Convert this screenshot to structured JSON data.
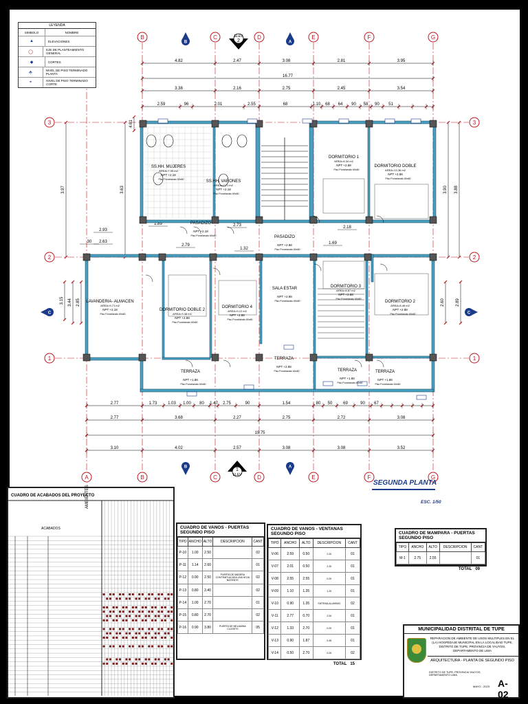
{
  "drawing": {
    "plan_title": "SEGUNDA PLANTA",
    "scale": "ESC. 1/50",
    "elev_top": "ELEV",
    "elev_top_num": "2",
    "elev_bottom": "ELEV",
    "elev_bottom_num": "1",
    "grid_columns": [
      "B",
      "C",
      "D",
      "E",
      "F",
      "G"
    ],
    "grid_columns_bottom": [
      "A",
      "B",
      "C",
      "D",
      "E",
      "F",
      "G"
    ],
    "grid_rows": [
      "3",
      "2",
      "1"
    ],
    "section_marks": [
      "B",
      "A",
      "C"
    ],
    "dims_top_row1": [
      "4.82",
      "2.47",
      "3.08",
      "2.81",
      "3.95"
    ],
    "dims_top_total": "16.77",
    "dims_top_row2": [
      "3.38",
      "2.16",
      "2.75",
      "2.45",
      "3.54"
    ],
    "dims_top_row3": [
      "2.59",
      "96",
      "2.01",
      "2.55",
      "68",
      "1.10",
      "68",
      "64",
      "90",
      "58",
      "90",
      "51"
    ],
    "dims_left": [
      "3.97",
      "3.63",
      "4.61"
    ],
    "dims_left2": [
      "3.15",
      "3.44",
      "2.85"
    ],
    "dims_right": [
      "3.90",
      "3.88",
      "2.60",
      "2.89"
    ],
    "dims_mid": [
      "2.93",
      "2.63",
      "30",
      "2.79",
      "1.89",
      "2.73",
      "2.18",
      "1.69",
      "1.32"
    ],
    "dims_bottom_row1": [
      "2.77",
      "1.73",
      "1.03",
      "1.00",
      "80",
      "1.47",
      "2.75",
      "90",
      "1.54",
      "80",
      "50",
      "69",
      "90",
      "67"
    ],
    "dims_bottom_row2": [
      "2.77",
      "3.68",
      "2.27",
      "2.75",
      "2.72",
      "3.08"
    ],
    "dims_bottom_total": "19.75",
    "dims_bottom_row3": [
      "3.10",
      "4.02",
      "2.57",
      "3.08",
      "3.08",
      "3.52"
    ],
    "rooms": [
      {
        "name": "SS.HH. MUJERES",
        "area": "AREA=7.00 m2",
        "npt": "NPT +2.18"
      },
      {
        "name": "SS.HH. VARONES",
        "area": "AREA=7.71 m2",
        "npt": "NPT +2.18"
      },
      {
        "name": "DORMITORIO 1",
        "area": "AREA=8.34 m2",
        "npt": "NPT +2.88"
      },
      {
        "name": "DORMITORIO DOBLE",
        "area": "AREA=13.36 m2",
        "npt": "NPT +2.88"
      },
      {
        "name": "PASADIZO",
        "area": "",
        "npt": "NPT +2.18"
      },
      {
        "name": "PASADIZO",
        "area": "",
        "npt": "NPT +2.88"
      },
      {
        "name": "LAVANDERIA- ALMACEN",
        "area": "AREA=9.71 m2",
        "npt": "NPT +2.18"
      },
      {
        "name": "DORMITORIO DOBLE 2",
        "area": "AREA=9.48 m2",
        "npt": "NPT +2.88"
      },
      {
        "name": "DORMITORIO 4",
        "area": "AREA=9.12 m2",
        "npt": "NPT +2.88"
      },
      {
        "name": "SALA ESTAR",
        "area": "",
        "npt": "NPT +2.88"
      },
      {
        "name": "DORMITORIO 3",
        "area": "AREA=8.87 m2",
        "npt": "NPT +2.88"
      },
      {
        "name": "DORMITORIO 2",
        "area": "AREA=8.46 m2",
        "npt": "NPT +2.88"
      },
      {
        "name": "TERRAZA",
        "area": "",
        "npt": "NPT +2.88"
      },
      {
        "name": "TERRAZA",
        "area": "",
        "npt": "NPT +1.88"
      },
      {
        "name": "TERRAZA",
        "area": "",
        "npt": "NPT +1.88"
      },
      {
        "name": "TERRAZA",
        "area": "",
        "npt": "NPT +1.88"
      }
    ],
    "floor_note": "Piso Porcelanato 60x60"
  },
  "legend": {
    "title": "LEYENDA",
    "col1": "SIMBOLO",
    "col2": "NOMBRE",
    "items": [
      {
        "symbol": "elevation-mark",
        "name": "ELEVACIONES"
      },
      {
        "symbol": "grid-axis",
        "name": "EJE DE PLANTEAMIENTO GENERAL"
      },
      {
        "symbol": "section-cut",
        "name": "CORTES"
      },
      {
        "symbol": "level-plan",
        "name": "NIVEL DE PISO TERMINADO PLANTA"
      },
      {
        "symbol": "level-section",
        "name": "NIVEL DE PISO TERMINADO CORTE"
      }
    ]
  },
  "finishes_table": {
    "title": "CUADRO DE ACABADOS DEL PROYECTO",
    "col_header": "AMBIENTES",
    "row_header": "ACABADOS"
  },
  "doors_table": {
    "title": "CUADRO DE VANOS - PUERTAS SEGUNDO PISO",
    "columns": [
      "TIPO",
      "ANCHO",
      "ALTO",
      "DESCRIPCION",
      "CANT"
    ],
    "rows": [
      [
        "P-10",
        "1.00",
        "2.50",
        "",
        "02"
      ],
      [
        "P-11",
        "1.14",
        "2.60",
        "",
        "01"
      ],
      [
        "P-12",
        "0.90",
        "2.50",
        "PUERTA DE MADERA CONTRAPLACADA UNA HOJA BATIENTE",
        "02"
      ],
      [
        "P-13",
        "0.80",
        "2.40",
        "",
        "02"
      ],
      [
        "P-14",
        "1.00",
        "2.70",
        "",
        "01"
      ],
      [
        "P-15",
        "0.80",
        "2.70",
        "",
        "02"
      ],
      [
        "P-16",
        "0.90",
        "3.80",
        "PUERTA DE MELAMINA CLOSETS",
        "05"
      ]
    ]
  },
  "windows_table": {
    "title": "CUADRO DE VANOS - VENTANAS SEGUNDO PISO",
    "columns": [
      "TIPO",
      "ANCHO",
      "ALTO",
      "DESCRIPCION",
      "CANT"
    ],
    "rows": [
      [
        "V-06",
        "2.59",
        "0.50",
        "2.20",
        "01"
      ],
      [
        "V-07",
        "2.01",
        "0.50",
        "2.20",
        "01"
      ],
      [
        "V-08",
        "2.55",
        "2.55",
        "0.00",
        "01"
      ],
      [
        "V-09",
        "1.10",
        "1.35",
        "1.20",
        "01"
      ],
      [
        "V-10",
        "0.90",
        "1.35",
        "1.20",
        "02"
      ],
      [
        "V-11",
        "2.77",
        "0.70",
        "2.00",
        "01"
      ],
      [
        "V-12",
        "1.33",
        "2.70",
        "0.00",
        "01"
      ],
      [
        "V-13",
        "0.90",
        "1.87",
        "0.45",
        "01"
      ],
      [
        "V-14",
        "0.50",
        "2.70",
        "0.00",
        "02"
      ]
    ],
    "desc": "SISTEMA ALUMINIO",
    "total_label": "TOTAL",
    "total": "15"
  },
  "screens_table": {
    "title": "CUADRO DE MAMPARA - PUERTAS SEGUNDO PISO",
    "columns": [
      "TIPO",
      "ANCHO",
      "ALTO",
      "DESCRIPCION",
      "CANT"
    ],
    "rows": [
      [
        "M-1",
        "2.75",
        "2.55",
        "",
        "01"
      ]
    ],
    "total_label": "TOTAL",
    "total": "09"
  },
  "titleblock": {
    "entity": "MUNICIPALIDAD DISTRITAL DE TUPE",
    "project": "REPARACION DE AMBIENTE DE USOS MULTIPLES EN EL (LA) HOSPEDAJE MUNICIPAL EN LA LOCALIDAD TUPE, DISTRITO DE TUPE, PROVINCIA DE YAUYOS, DEPARTAMENTO DE LIMA",
    "sheet_title": "ARQUITECTURA - PLANTA DE SEGUNDO PISO",
    "location": "DISTRITO DE TUPE, PROVINCIA YAUYOS, DEPARTAMENTO LIMA",
    "date": "MAYO - 2023",
    "sheet_number": "A-02"
  },
  "colors": {
    "wall_fill": "#4a9fc0",
    "grid_red": "#c0141c",
    "mark_blue": "#1a3a8a",
    "finish_dot": "#7a1a1a"
  }
}
